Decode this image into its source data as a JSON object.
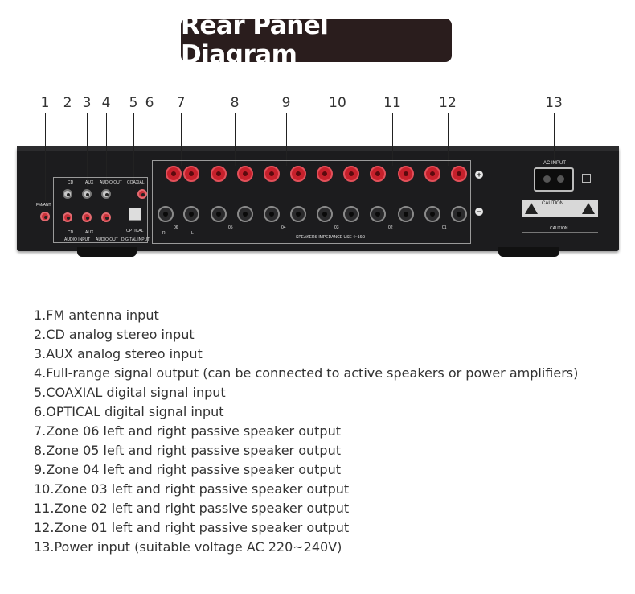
{
  "title": "Rear Panel Diagram",
  "callouts": [
    "1",
    "2",
    "3",
    "4",
    "5",
    "6",
    "7",
    "8",
    "9",
    "10",
    "11",
    "12",
    "13"
  ],
  "panel_labels": {
    "fm_ant": "FM/ANT",
    "cd": "CD",
    "aux": "AUX",
    "audio_out": "AUDIO OUT",
    "coaxial": "COAXIAL",
    "optical": "OPTICAL",
    "audio_input": "AUDIO INPUT",
    "audio_out_bottom": "AUDIO OUT",
    "digital_input": "DIGITAL INPUT",
    "speakers_impedance": "SPEAKERS IMPEDANCE USE 4~16Ω",
    "zones": [
      "06",
      "05",
      "04",
      "03",
      "02",
      "01"
    ],
    "rl": [
      "R",
      "L"
    ],
    "ac_input": "AC INPUT",
    "caution": "CAUTION"
  },
  "descriptions": [
    "1.FM antenna input",
    "2.CD analog stereo input",
    "3.AUX analog stereo input",
    "4.Full-range signal output (can be connected to active speakers or power amplifiers)",
    "5.COAXIAL digital signal input",
    "6.OPTICAL digital signal input",
    "7.Zone 06 left and right passive speaker output",
    "8.Zone 05 left and right passive speaker output",
    "9.Zone 04 left and right passive speaker output",
    "10.Zone 03 left and right passive speaker output",
    "11.Zone 02 left and right passive speaker output",
    "12.Zone 01 left and right passive speaker output",
    "13.Power input (suitable voltage AC 220~240V)"
  ]
}
